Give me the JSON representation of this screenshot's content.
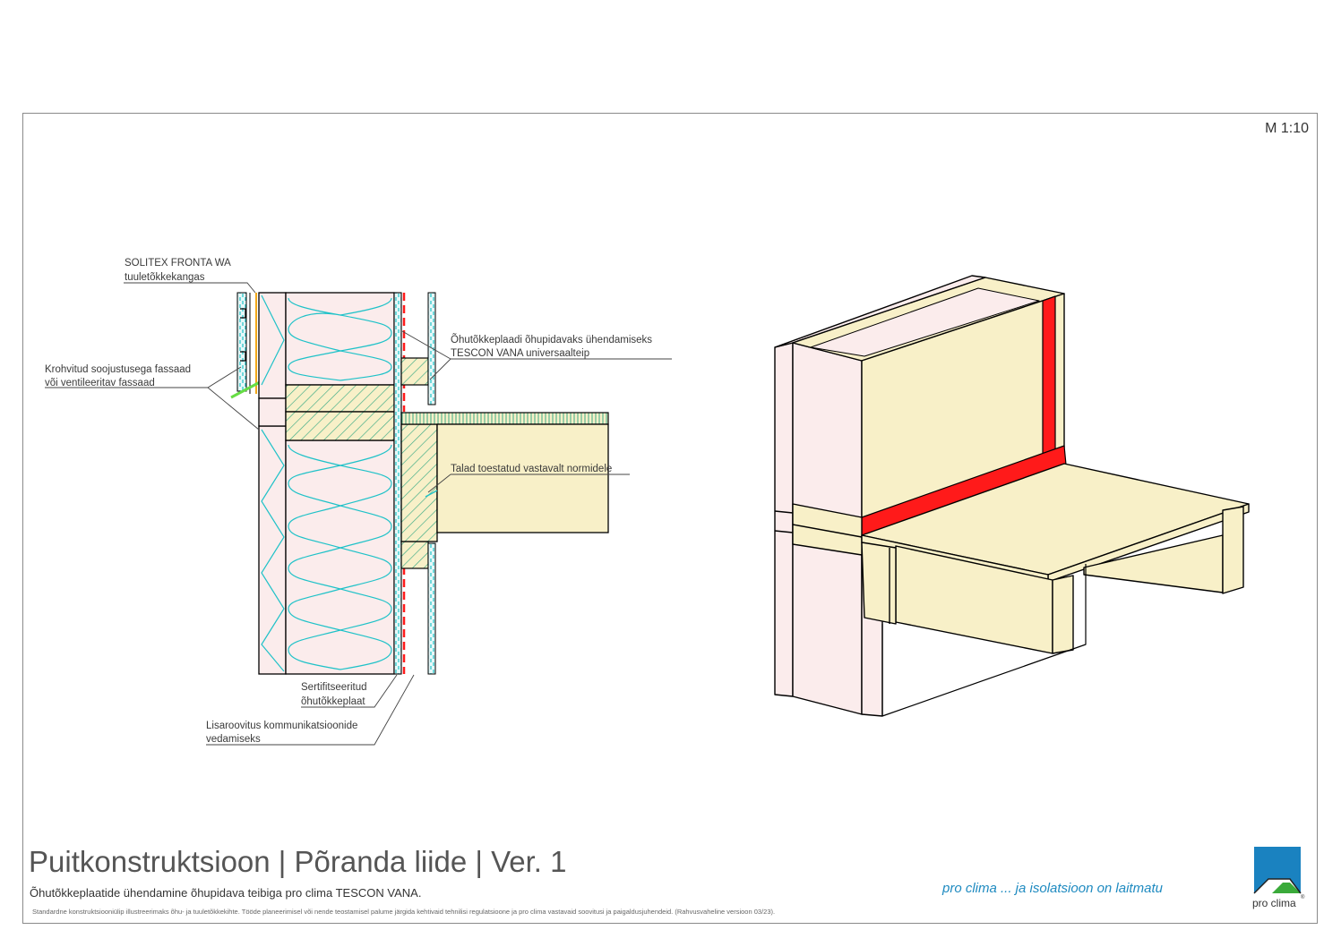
{
  "scale": "M 1:10",
  "labels": {
    "solitex_1": "SOLITEX FRONTA WA",
    "solitex_2": "tuuletõkkekangas",
    "facade_1": "Krohvitud soojustusega fassaad",
    "facade_2": "või ventileeritav fassaad",
    "tape_1": "Õhutõkkeplaadi õhupidavaks ühendamiseks",
    "tape_2": "TESCON VANA universaalteip",
    "beams": "Talad toestatud vastavalt normidele",
    "board_1": "Sertifitseeritud",
    "board_2": "õhutõkkeplaat",
    "service_1": "Lisaroovitus kommunikatsioonide",
    "service_2": "vedamiseks"
  },
  "footer": {
    "title": "Puitkonstruktsioon | Põranda liide | Ver. 1",
    "subtitle": "Õhutõkkeplaatide ühendamine õhupidava teibiga pro clima TESCON VANA.",
    "disclaimer": "Standardne konstruktsiooniülip illustreerimaks õhu- ja tuuletõkkekihte. Tööde planeerimisel või nende teostamisel palume järgida kehtivaid tehnilisi regulatsioone ja pro clima vastavaid soovitusi ja paigaldusjuhendeid. (Rahvusvaheline versioon 03/23).",
    "slogan": "pro clima ... ja isolatsioon on laitmatu",
    "logo_text": "pro clima",
    "logo_mark": "®"
  },
  "colors": {
    "insulation_pink": "#fbecec",
    "insulation_lines": "#1fc2c8",
    "timber_fill": "#f8f0c8",
    "timber_hatch": "#3aaa84",
    "airtight_tape": "#ff1a1a",
    "facade_green": "#66dd44",
    "logo_blue": "#1a82c0",
    "logo_green": "#3aaa3a"
  },
  "icons": [
    "pro-clima-logo-icon"
  ]
}
